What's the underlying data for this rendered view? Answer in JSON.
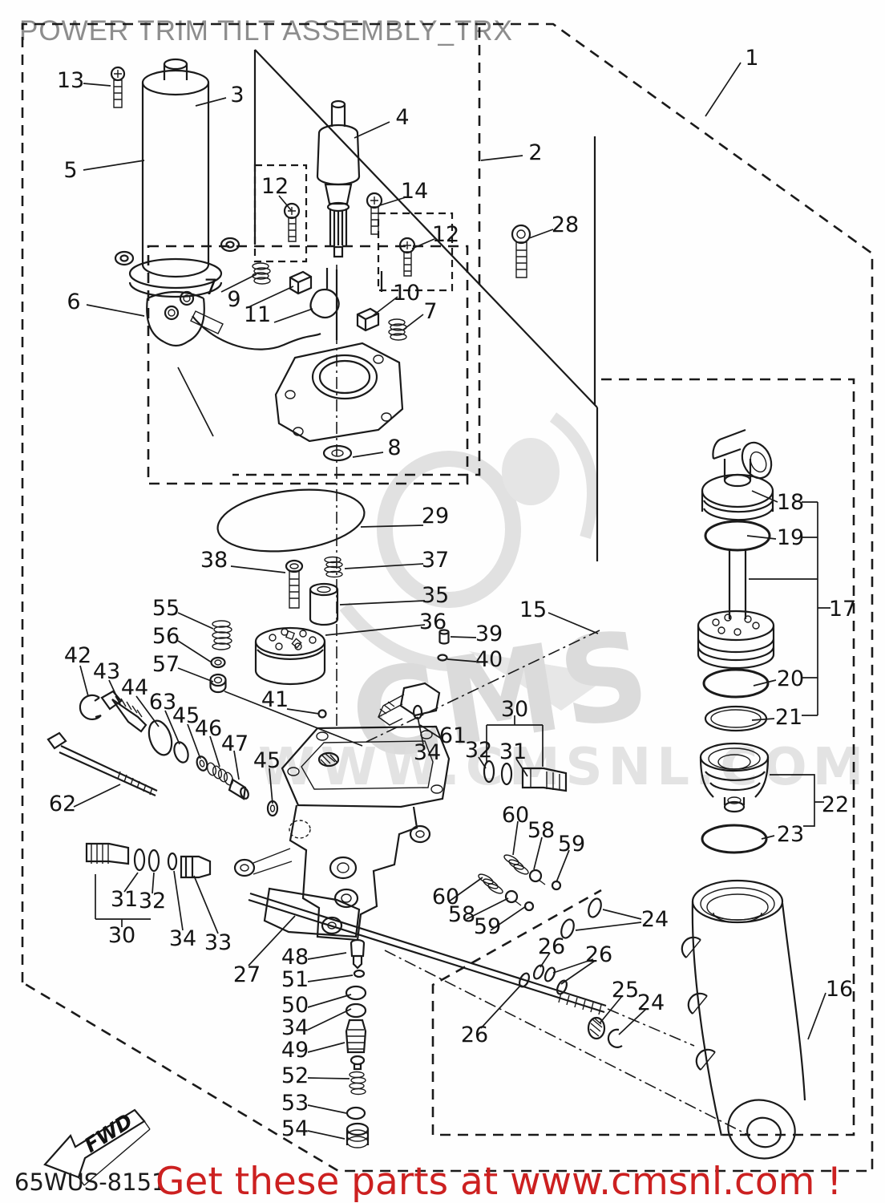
{
  "title": "POWER TRIM TILT ASSEMBLY_TRX",
  "diagram_code": "65WUS-8151",
  "banner": {
    "text": "Get these parts at www.cmsnl.com !",
    "color": "#cc2020"
  },
  "watermark": {
    "brand": "CMS",
    "site": "WWW.CMSNL.COM"
  },
  "fwd_label": "FWD",
  "callouts": {
    "1": "1",
    "2": "2",
    "3": "3",
    "4": "4",
    "5": "5",
    "6": "6",
    "7": "7",
    "8": "8",
    "9": "9",
    "10": "10",
    "11": "11",
    "12": "12",
    "13": "13",
    "14": "14",
    "15": "15",
    "16": "16",
    "17": "17",
    "18": "18",
    "19": "19",
    "20": "20",
    "21": "21",
    "22": "22",
    "23": "23",
    "24": "24",
    "25": "25",
    "26": "26",
    "27": "27",
    "28": "28",
    "29": "29",
    "30": "30",
    "31": "31",
    "32": "32",
    "33": "33",
    "34": "34",
    "35": "35",
    "36": "36",
    "37": "37",
    "38": "38",
    "39": "39",
    "40": "40",
    "41": "41",
    "42": "42",
    "43": "43",
    "44": "44",
    "45": "45",
    "46": "46",
    "47": "47",
    "48": "48",
    "49": "49",
    "50": "50",
    "51": "51",
    "52": "52",
    "53": "53",
    "54": "54",
    "55": "55",
    "56": "56",
    "57": "57",
    "58": "58",
    "59": "59",
    "60": "60",
    "61": "61",
    "62": "62",
    "63": "63"
  }
}
